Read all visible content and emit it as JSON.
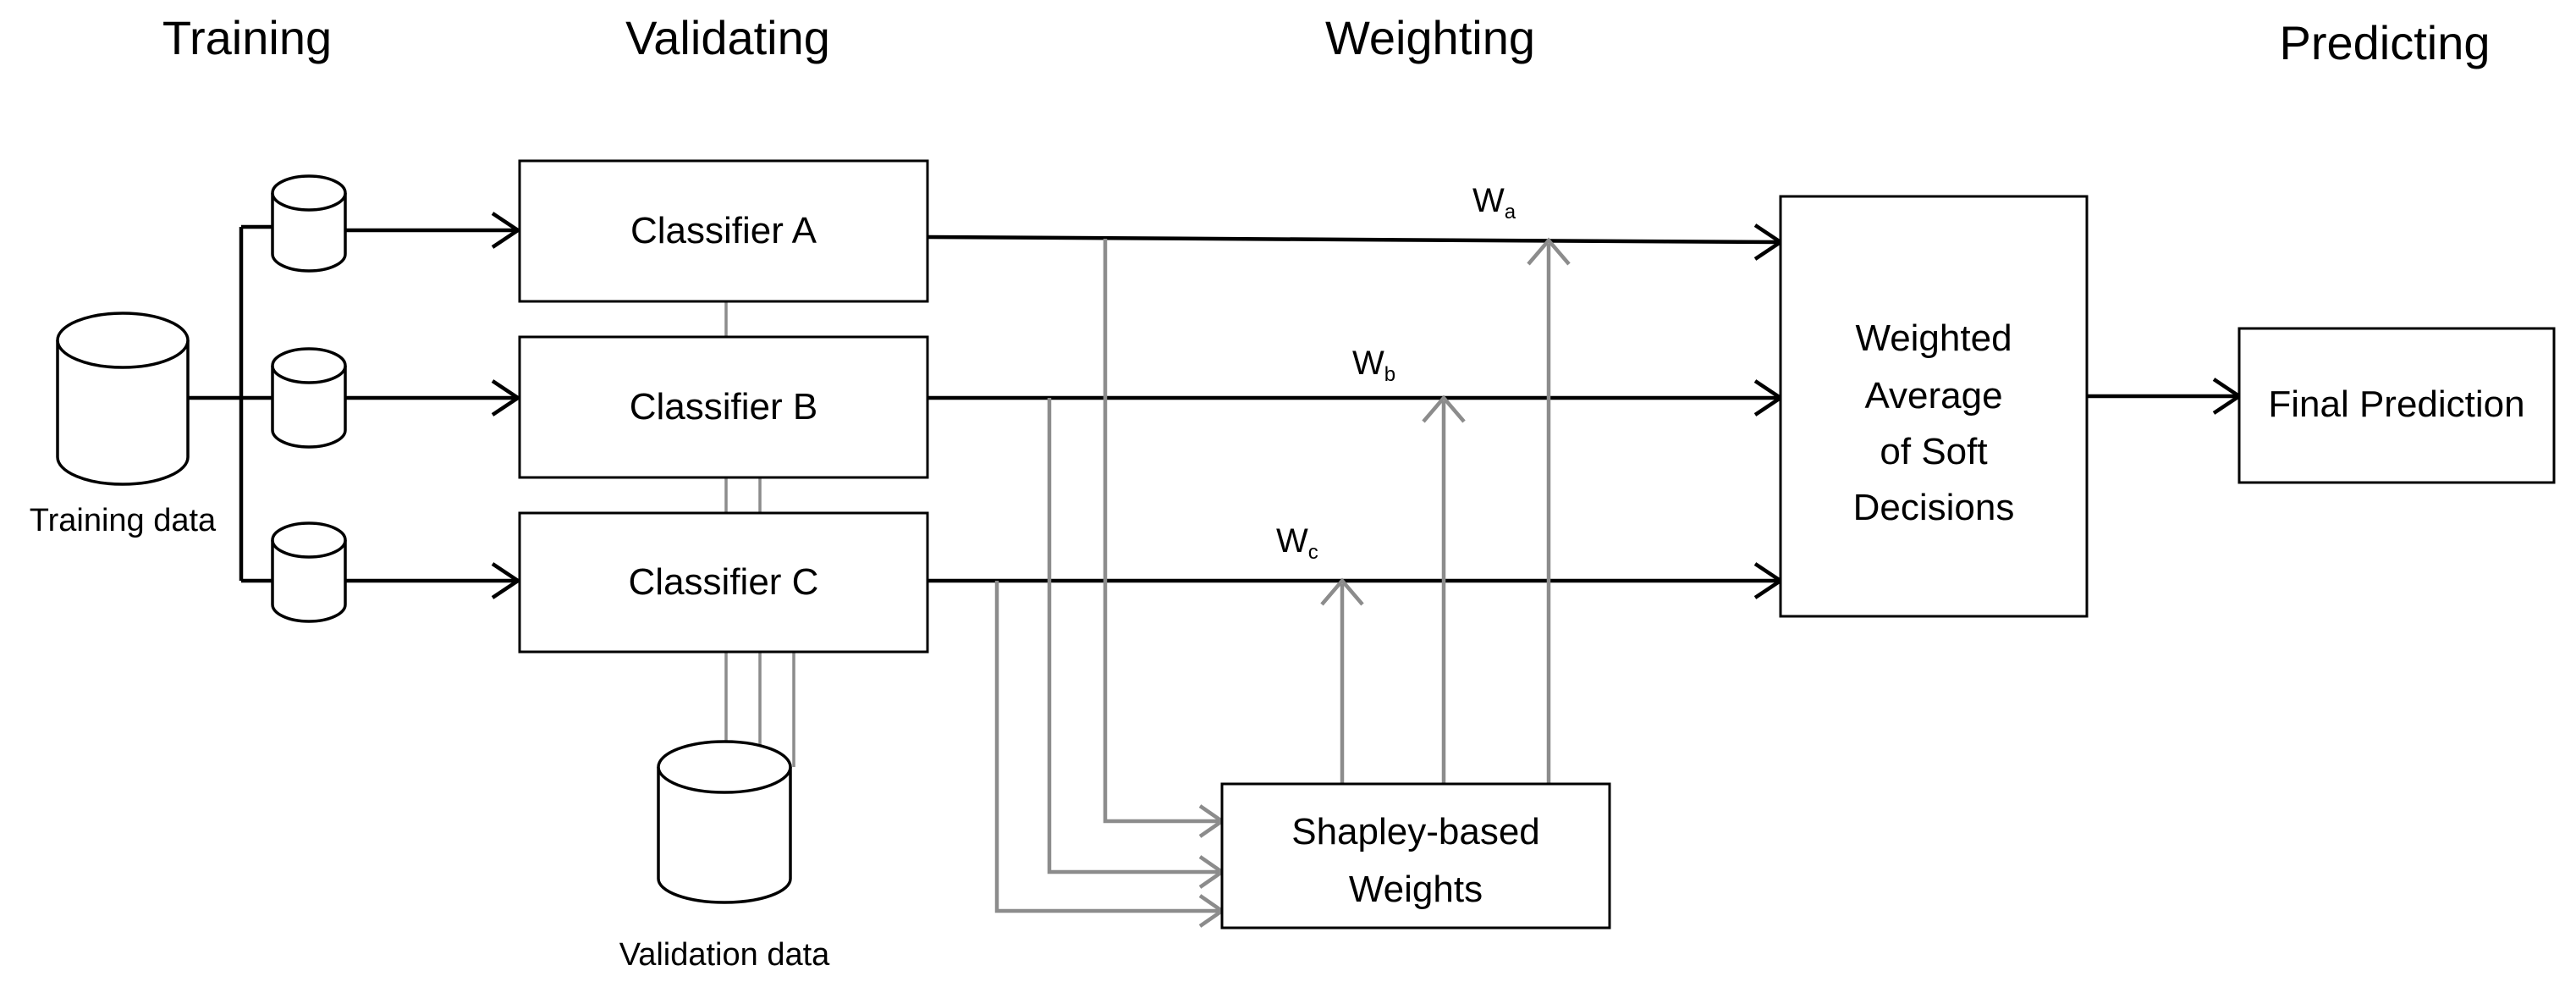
{
  "phases": {
    "training": "Training",
    "validating": "Validating",
    "weighting": "Weighting",
    "predicting": "Predicting"
  },
  "data_stores": {
    "training": "Training data",
    "validation": "Validation data"
  },
  "classifiers": {
    "a": "Classifier A",
    "b": "Classifier B",
    "c": "Classifier C"
  },
  "shapley": {
    "line1": "Shapley-based",
    "line2": "Weights"
  },
  "weights": {
    "a": {
      "base": "W",
      "sub": "a"
    },
    "b": {
      "base": "W",
      "sub": "b"
    },
    "c": {
      "base": "W",
      "sub": "c"
    }
  },
  "aggregator": {
    "line1": "Weighted",
    "line2": "Average",
    "line3": "of Soft",
    "line4": "Decisions"
  },
  "final": "Final Prediction",
  "colors": {
    "primary_flow": "#000000",
    "weight_flow": "#8c8c8c",
    "background": "#ffffff"
  }
}
